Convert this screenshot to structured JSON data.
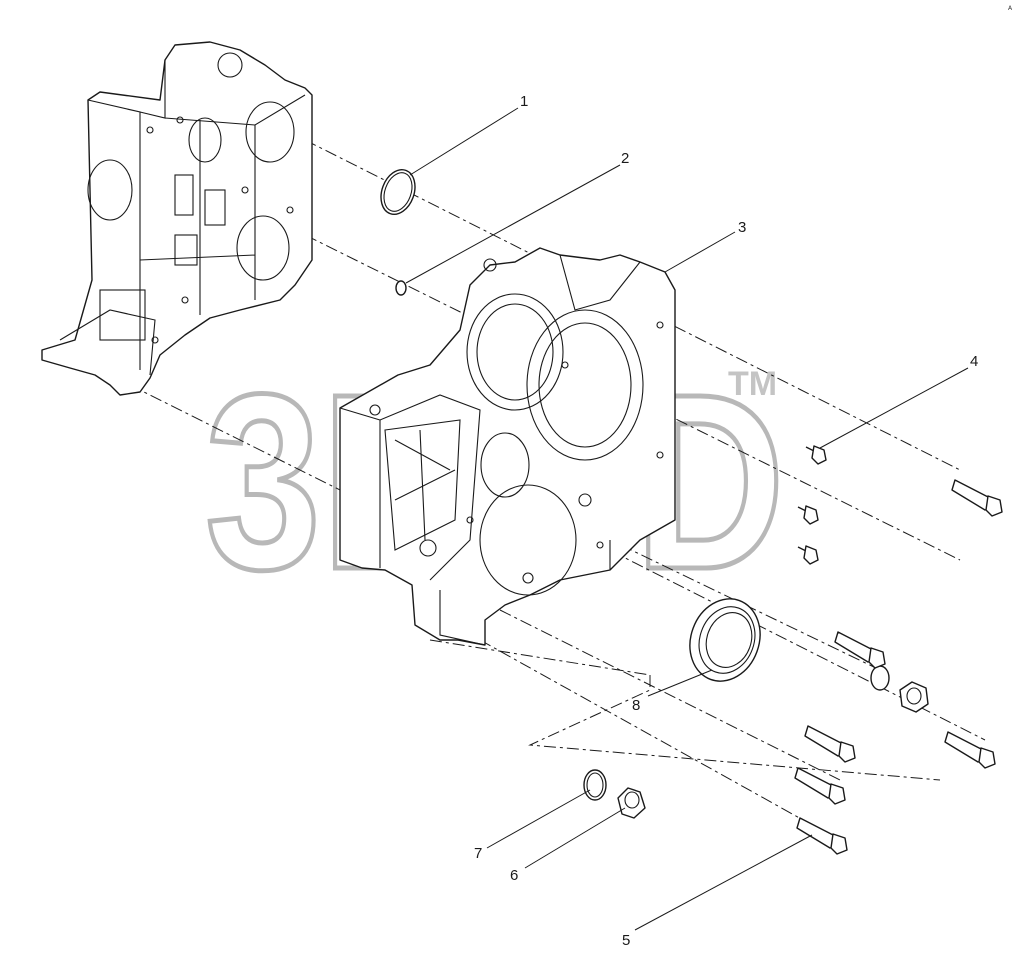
{
  "watermark": {
    "text": "3DGD",
    "trademark": "TM"
  },
  "corner_ref": "A",
  "callouts": [
    {
      "id": "1",
      "label": "1"
    },
    {
      "id": "2",
      "label": "2"
    },
    {
      "id": "3",
      "label": "3"
    },
    {
      "id": "4",
      "label": "4"
    },
    {
      "id": "5",
      "label": "5"
    },
    {
      "id": "6",
      "label": "6"
    },
    {
      "id": "7",
      "label": "7"
    },
    {
      "id": "8",
      "label": "8"
    }
  ],
  "colors": {
    "line": "#1a1a1a",
    "watermark": "#b8b8b8",
    "background": "#ffffff"
  }
}
